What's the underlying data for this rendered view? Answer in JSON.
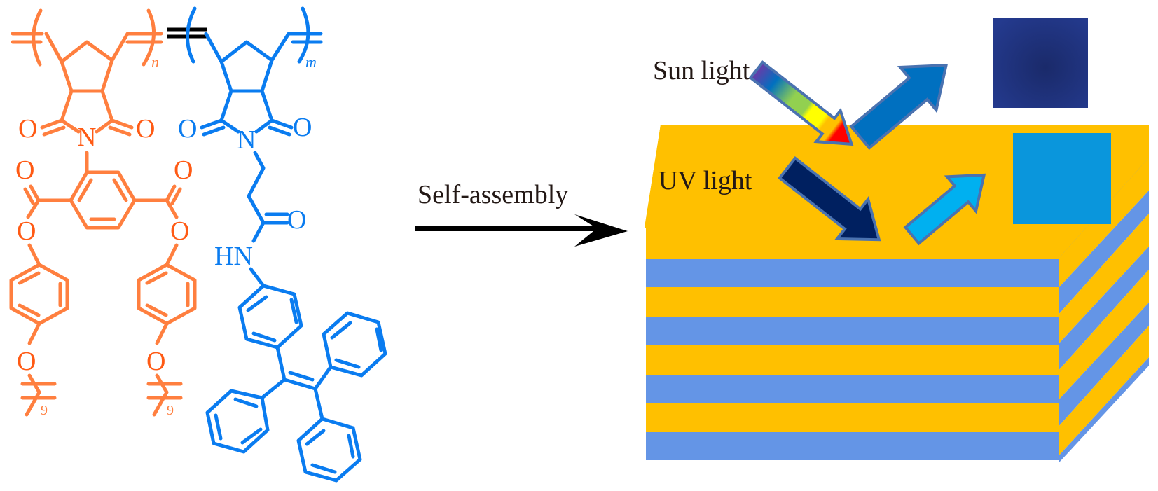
{
  "colors": {
    "orange_block": "#ff7f3f",
    "orange_text": "#ff5a14",
    "blue_block": "#0a7cf0",
    "linker": "#000000",
    "layer_yellow": "#ffc000",
    "layer_blue": "#6495e6",
    "sun_result_square": "#1f3280",
    "uv_result_square": "#0a96dc",
    "uv_arrow_in": "#002060",
    "uv_arrow_out": "#00b0f0",
    "sun_arrow_out": "#0070c0",
    "arrow_outline": "#4a72b0",
    "label_text": "#231815"
  },
  "polymer": {
    "orange_block": {
      "repeat_subscript": "n",
      "imide_O_left": "O",
      "imide_N": "N",
      "imide_O_right": "O",
      "ester1_carbonyl_O": "O",
      "ester1_ether_O": "O",
      "ester2_carbonyl_O": "O",
      "ester2_ether_O": "O",
      "alkoxy1_O": "O",
      "alkoxy2_O": "O",
      "alkyl1_count": "9",
      "alkyl2_count": "9"
    },
    "blue_block": {
      "repeat_subscript": "m",
      "imide_O_left": "O",
      "imide_N": "N",
      "imide_O_right": "O",
      "amide_O": "O",
      "amide_NH": "HN"
    }
  },
  "process": {
    "arrow_label": "Self-assembly"
  },
  "assembly": {
    "sun_label": "Sun light",
    "uv_label": "UV light",
    "layers": [
      "yellow",
      "blue",
      "yellow",
      "blue",
      "yellow",
      "blue",
      "yellow",
      "blue"
    ]
  }
}
